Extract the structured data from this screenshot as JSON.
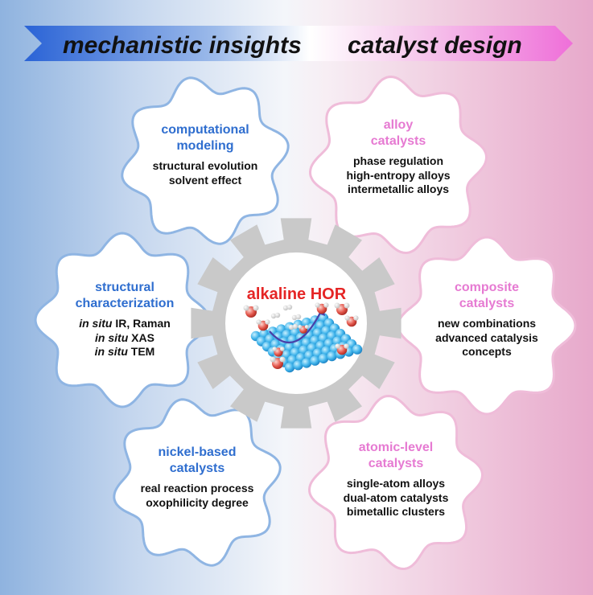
{
  "banner": {
    "left_label": "mechanistic insights",
    "right_label": "catalyst design"
  },
  "center": {
    "title": "alkaline HOR"
  },
  "gears": {
    "computational": {
      "title_lines": [
        "computational",
        "modeling"
      ],
      "items": [
        "structural evolution",
        "solvent effect"
      ]
    },
    "structural": {
      "title_lines": [
        "structural",
        "characterization"
      ],
      "items_prefix": [
        "in situ",
        "in situ",
        "in situ"
      ],
      "items_suffix": [
        " IR, Raman",
        " XAS",
        " TEM"
      ]
    },
    "nickel": {
      "title_lines": [
        "nickel-based",
        "catalysts"
      ],
      "items": [
        "real reaction process",
        "oxophilicity degree"
      ]
    },
    "alloy": {
      "title_lines": [
        "alloy",
        "catalysts"
      ],
      "items": [
        "phase regulation",
        "high-entropy alloys",
        "intermetallic alloys"
      ]
    },
    "composite": {
      "title_lines": [
        "composite",
        "catalysts"
      ],
      "items": [
        "new combinations",
        "advanced catalysis",
        "concepts"
      ]
    },
    "atomic": {
      "title_lines": [
        "atomic-level",
        "catalysts"
      ],
      "items": [
        "single-atom alloys",
        "dual-atom catalysts",
        "bimetallic clusters"
      ]
    }
  },
  "colors": {
    "blue_accent": "#2f6ecf",
    "pink_accent": "#e67ad2",
    "center_title": "#e52525",
    "center_gear": "#c9c9c9"
  }
}
